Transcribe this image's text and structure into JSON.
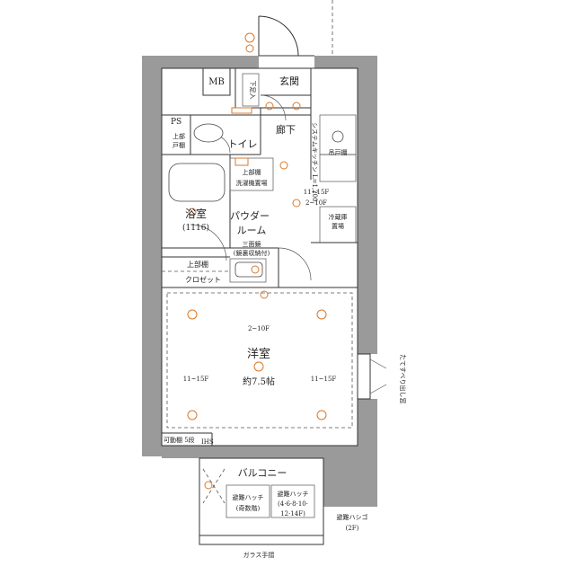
{
  "rooms": {
    "mb": "MB",
    "shoes": "下足入",
    "genkan": "玄関",
    "ps": "PS",
    "upper_cabinet_top": "上部",
    "upper_cabinet_bottom": "戸棚",
    "toilet": "トイレ",
    "hallway": "廊下",
    "kitchen": "システムキッチン L=1,200",
    "hanging_cabinet": "吊戸棚",
    "fridge_top": "冷蔵庫",
    "fridge_bottom": "置場",
    "bath": "浴室",
    "bath_size": "(1116)",
    "upper_shelf_top": "上部棚",
    "upper_shelf_bottom": "洗濯機置場",
    "powder_top": "パウダー",
    "powder_bottom": "ルーム",
    "mirror_top": "三面鏡",
    "mirror_bottom": "(鏡裏収納付)",
    "closet_shelf": "上部棚",
    "closet": "クロゼット",
    "washitsu": "洋室",
    "room_size": "約7.5帖",
    "movable_shelf": "可動棚 5段",
    "balcony": "バルコニー",
    "hatch_left_top": "避難ハッチ",
    "hatch_left_bottom": "(奇数階)",
    "hatch_right_top": "避難ハッチ",
    "hatch_right_mid": "(4·6·8·10·",
    "hatch_right_bottom": "12·14F)",
    "ladder_top": "避難ハシゴ",
    "ladder_bottom": "(2F)",
    "glass_rail": "ガラス手摺",
    "window_note": "たてすべり出し窓",
    "ihs": "IHS"
  },
  "annotations": {
    "floors_a": "11~15F",
    "floors_b": "2~10F",
    "floors_c": "2~10F",
    "floors_left": "11~15F",
    "floors_right": "11~15F"
  },
  "colors": {
    "wall": "#9a9a9a",
    "electrical": "#d9792b",
    "line": "#333333"
  }
}
